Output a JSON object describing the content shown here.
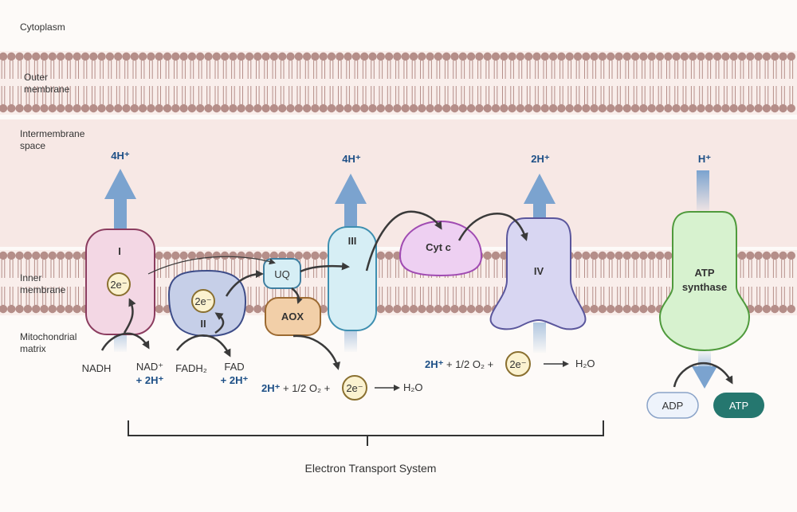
{
  "regions": {
    "cytoplasm": "Cytoplasm",
    "outer_membrane": [
      "Outer",
      "membrane"
    ],
    "intermembrane_space": [
      "Intermembrane",
      "space"
    ],
    "inner_membrane": [
      "Inner",
      "membrane"
    ],
    "matrix": [
      "Mitochondrial",
      "matrix"
    ]
  },
  "complexes": {
    "complex_i": "I",
    "complex_ii": "II",
    "complex_iii": "III",
    "complex_iv": "IV",
    "uq": "UQ",
    "aox": "AOX",
    "cyt_c": "Cyt c",
    "atp_synthase": [
      "ATP",
      "synthase"
    ]
  },
  "proton_labels": {
    "complex_i": "4H⁺",
    "complex_iii": "4H⁺",
    "complex_iv": "2H⁺",
    "atp_synthase": "H⁺"
  },
  "electron_badge": "2e⁻",
  "substrates": {
    "nadh": "NADH",
    "nad_plus": "NAD⁺",
    "nad_protons": "+ 2H⁺",
    "fadh2": "FADH₂",
    "fad": "FAD",
    "fad_protons": "+ 2H⁺"
  },
  "reactions": {
    "aox": {
      "protons": "2H⁺",
      "text": "+ 1/2 O₂ +",
      "product": "H₂O"
    },
    "complex_iv": {
      "protons": "2H⁺",
      "text": "+ 1/2 O₂ +",
      "product": "H₂O"
    }
  },
  "atp": {
    "adp": "ADP",
    "atp": "ATP"
  },
  "system_label": "Electron Transport System",
  "colors": {
    "background": "#fdfaf8",
    "space_band": "#f7e8e5",
    "lipid": "#b58e89",
    "proton_arrow": "#7ba3cf",
    "proton_text": "#1d4f86",
    "complex_i_fill": "#f3d7e4",
    "complex_i_stroke": "#8b3c5f",
    "complex_ii_fill": "#c6cfe8",
    "complex_ii_stroke": "#3d4c88",
    "complex_iii_fill": "#d6eef5",
    "complex_iii_stroke": "#3e8fb0",
    "uq_fill": "#d6eef5",
    "aox_fill": "#f2cfa8",
    "aox_stroke": "#9c6a32",
    "cyt_c_fill": "#eed0f2",
    "cyt_c_stroke": "#a04bb2",
    "complex_iv_fill": "#d8d6f2",
    "complex_iv_stroke": "#5a569c",
    "atp_synthase_fill": "#d7f2cf",
    "atp_synthase_stroke": "#4f9a3c",
    "electron_fill": "#fbf2d0",
    "electron_stroke": "#8a7030",
    "atp_fill": "#25776f",
    "adp_fill": "#eef3fb",
    "arrow": "#3a3a3a"
  }
}
